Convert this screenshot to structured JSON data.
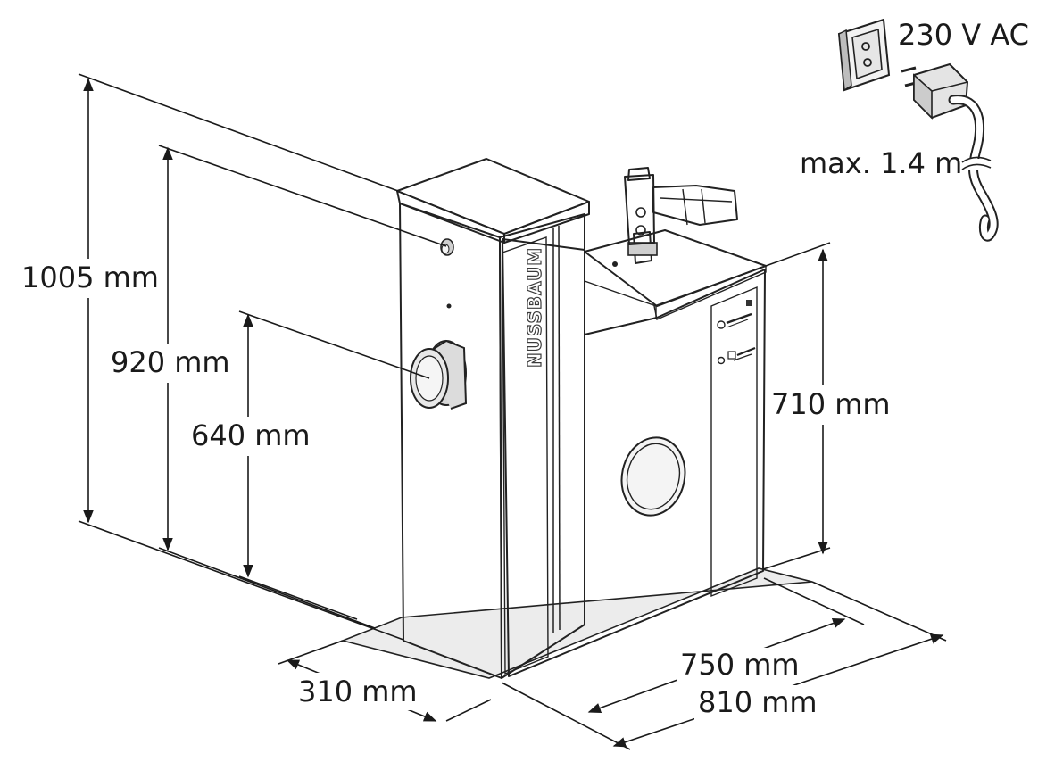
{
  "dimensions": {
    "height_total": "1005 mm",
    "height_920": "920 mm",
    "height_640": "640 mm",
    "height_710": "710 mm",
    "depth": "310 mm",
    "width_750": "750 mm",
    "width_810": "810 mm"
  },
  "power": {
    "voltage": "230 V AC",
    "cable_length": "max. 1.4 m"
  },
  "brand": "NUSSBAUM",
  "colors": {
    "body": "#e6e6e6",
    "top": "#cfcfcf",
    "panel": "#bdbdbd",
    "base": "#ececec",
    "line": "#222222"
  }
}
